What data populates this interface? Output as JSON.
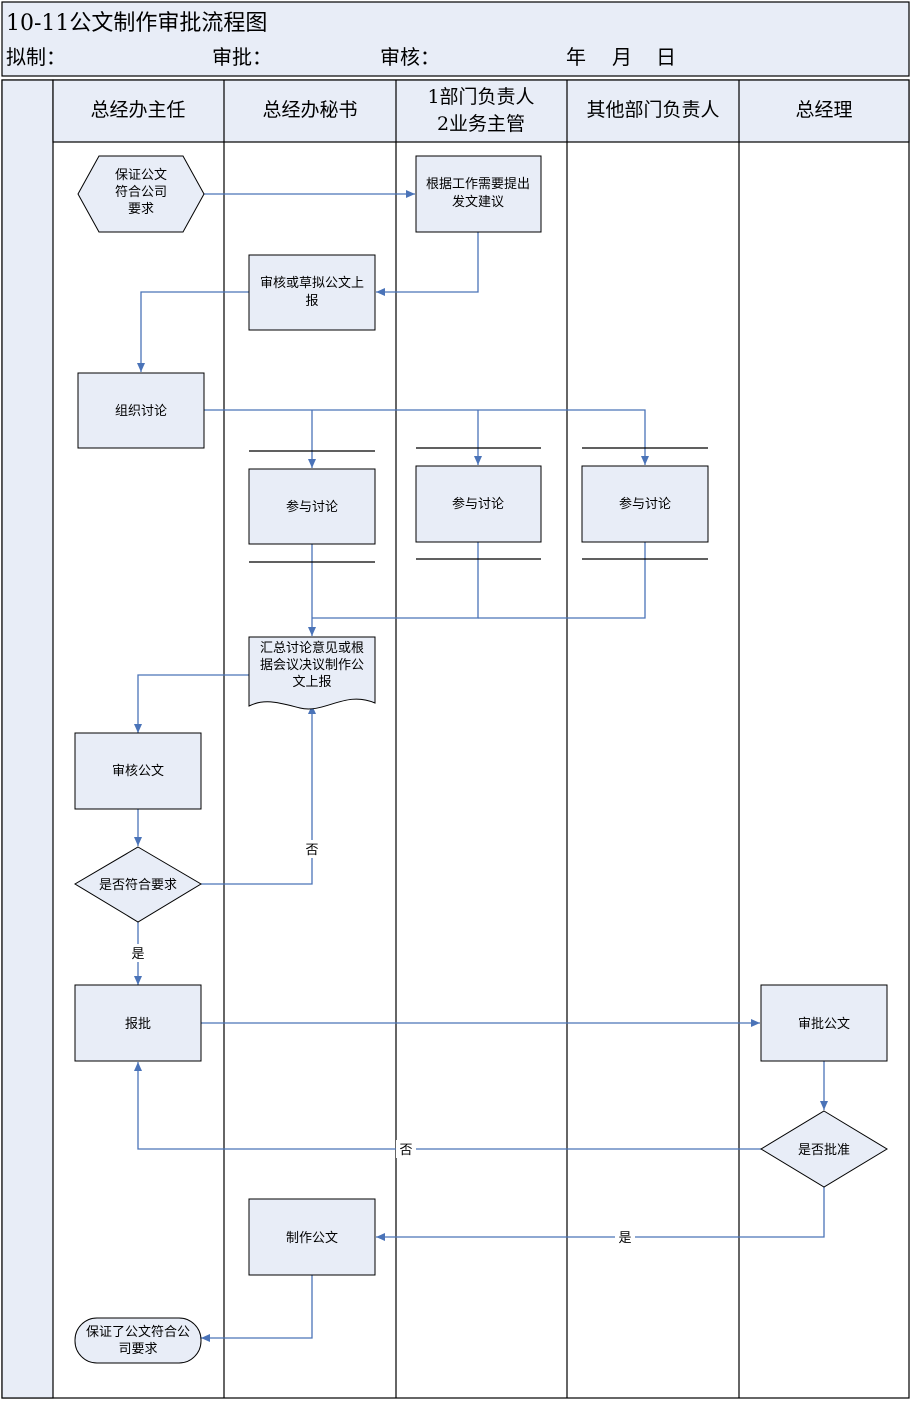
{
  "header": {
    "title": "10-11公文制作审批流程图",
    "drafted_label": "拟制：",
    "approved_label": "审批：",
    "reviewed_label": "审核：",
    "date_year": "年",
    "date_month": "月",
    "date_day": "日"
  },
  "lanes": [
    {
      "id": "director",
      "label": "总经办主任"
    },
    {
      "id": "secretary",
      "label": "总经办秘书"
    },
    {
      "id": "dept_head",
      "label_line1": "1部门负责人",
      "label_line2": "2业务主管"
    },
    {
      "id": "other_dept",
      "label": "其他部门负责人"
    },
    {
      "id": "gm",
      "label": "总经理"
    }
  ],
  "nodes": {
    "start": {
      "line1": "保证公文",
      "line2": "符合公司",
      "line3": "要求"
    },
    "propose": {
      "line1": "根据工作需要提出",
      "line2": "发文建议"
    },
    "draft": {
      "line1": "审核或草拟公文上",
      "line2": "报"
    },
    "organize": {
      "label": "组织讨论"
    },
    "join1": {
      "label": "参与讨论"
    },
    "join2": {
      "label": "参与讨论"
    },
    "join3": {
      "label": "参与讨论"
    },
    "summarize": {
      "line1": "汇总讨论意见或根",
      "line2": "据会议决议制作公",
      "line3": "文上报"
    },
    "review": {
      "label": "审核公文"
    },
    "check": {
      "label": "是否符合要求"
    },
    "submit": {
      "label": "报批"
    },
    "approve": {
      "label": "审批公文"
    },
    "decide": {
      "label": "是否批准"
    },
    "make": {
      "label": "制作公文"
    },
    "end": {
      "line1": "保证了公文符合公",
      "line2": "司要求"
    }
  },
  "edge_labels": {
    "check_no": "否",
    "check_yes": "是",
    "decide_no": "否",
    "decide_yes": "是"
  }
}
